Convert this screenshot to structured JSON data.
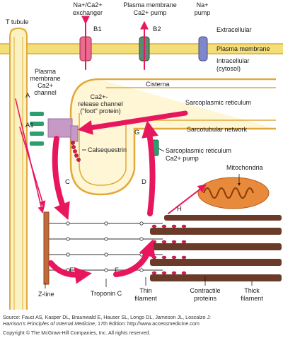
{
  "labels": {
    "t_tubule": "T tubule",
    "exchanger": [
      "Na+/Ca2+",
      "exchanger"
    ],
    "pm_pump": [
      "Plasma membrane",
      "Ca2+ pump"
    ],
    "na_pump": [
      "Na+",
      "pump"
    ],
    "extracellular": "Extracellular",
    "plasma_membrane": "Plasma membrane",
    "intracellular": [
      "Intracellular",
      "(cytosol)"
    ],
    "pm_ca_channel": [
      "Plasma",
      "membrane",
      "Ca2+",
      "channel"
    ],
    "cisterna": "Cisterna",
    "release_channel": [
      "Ca2+-",
      "release channel",
      "(\"foot\" protein)"
    ],
    "sarcoplasmic_reticulum": "Sarcoplasmic reticulum",
    "sarcotubular_network": "Sarcotubular network",
    "calsequestrin": "Calsequestrin",
    "sr_pump": [
      "Sarcoplasmic reticulum",
      "Ca2+ pump"
    ],
    "mitochondria": "Mitochondria",
    "z_line": "Z-line",
    "troponin_c": "Troponin C",
    "thin_filament": [
      "Thin",
      "filament"
    ],
    "contractile_proteins": [
      "Contractile",
      "proteins"
    ],
    "thick_filament": [
      "Thick",
      "filament"
    ],
    "step_letters": {
      "A": "A",
      "A1": "A1",
      "B1": "B1",
      "B2": "B2",
      "C": "C",
      "D": "D",
      "E": "E",
      "F": "F",
      "G": "G",
      "H": "H"
    }
  },
  "footer": {
    "source_line1": "Source: Fauci AS, Kasper DL, Braunwald E, Hauser SL, Longo DL, Jameson JL, Loscalzo J:",
    "source_title": "Harrison's Principles of Internal Medicine",
    "source_rest": ", 17th Edition: http://www.accessmedicine.com",
    "copyright": "Copyright © The McGraw-Hill Companies, Inc. All rights reserved."
  },
  "colors": {
    "membrane_band": "#f3df7a",
    "membrane_line": "#e1a93a",
    "calcium_arrow": "#e8175d",
    "channel": "#2f9e6f",
    "foot_protein": "#c79ac6",
    "mitochondrion": "#e88a3c",
    "thick_filament": "#6b3b2a",
    "pump_blue": "#7f86c9"
  }
}
